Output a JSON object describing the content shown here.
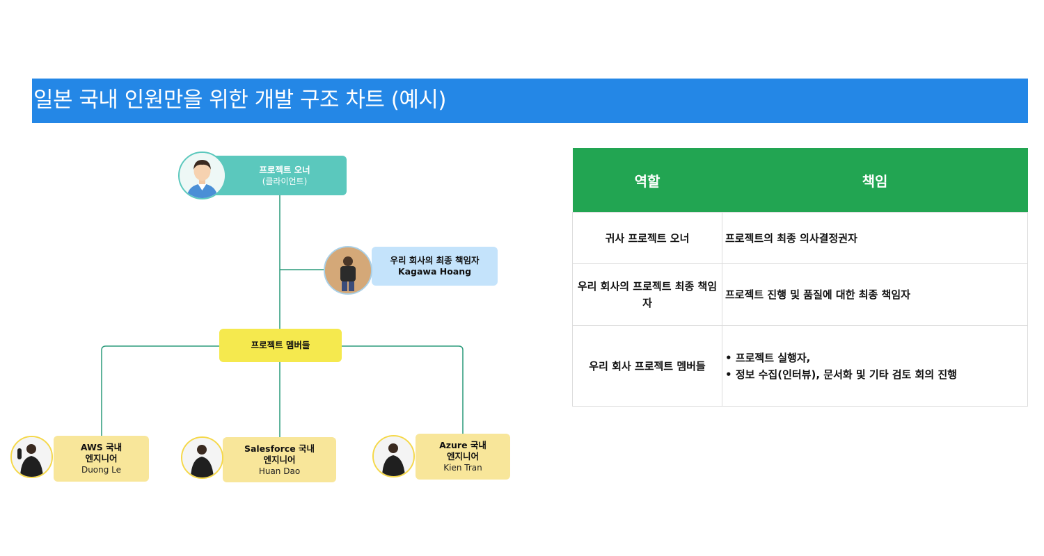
{
  "title": "일본 국내 인원만을 위한 개발 구조 차트 (예시)",
  "org": {
    "owner": {
      "title": "프로젝트 오너",
      "sub": "(클라이언트)"
    },
    "manager": {
      "title": "우리 회사의 최종 책임자",
      "name": "Kagawa Hoang"
    },
    "members": {
      "title": "프로젝트 멤버들"
    },
    "engineers": [
      {
        "title_line1": "AWS 국내",
        "title_line2": "엔지니어",
        "name": "Duong Le"
      },
      {
        "title_line1": "Salesforce 국내",
        "title_line2": "엔지니어",
        "name": "Huan Dao"
      },
      {
        "title_line1": "Azure 국내",
        "title_line2": "엔지니어",
        "name": "Kien Tran"
      }
    ]
  },
  "table": {
    "headers": [
      "역할",
      "책임"
    ],
    "rows": [
      {
        "role": "귀사 프로젝트 오너",
        "responsibility": [
          "프로젝트의 최종 의사결정권자"
        ]
      },
      {
        "role": "우리 회사의 프로젝트 최종 책임자",
        "responsibility": [
          "프로젝트 진행 및 품질에 대한 최종 책임자"
        ]
      },
      {
        "role": "우리 회사 프로젝트 멤버들",
        "responsibility": [
          "프로젝트 실행자,",
          "정보 수집(인터뷰), 문서화 및 기타 검토 회의 진행"
        ]
      }
    ]
  },
  "colors": {
    "title_bar": "#2487e6",
    "owner_box": "#5bc8bd",
    "manager_box": "#c4e3fb",
    "members_box": "#f5e94e",
    "engineer_box": "#f8e69a",
    "connector": "#2a9a7a",
    "table_header": "#22a552"
  }
}
